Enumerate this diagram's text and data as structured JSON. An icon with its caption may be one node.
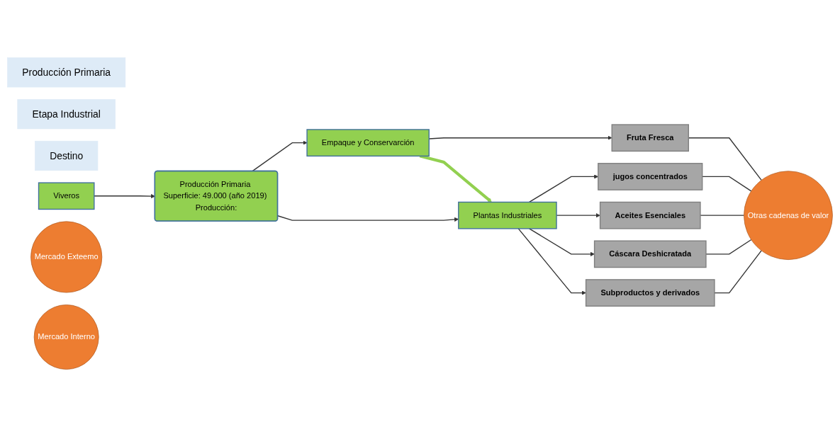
{
  "diagram": {
    "nodes": [
      {
        "text": [
          "Producción Primaria"
        ]
      },
      {
        "text": [
          "Etapa Industrial"
        ]
      },
      {
        "text": [
          "Destino"
        ]
      },
      {
        "text": [
          "Producción Primaria Superficie: 49.000 (año 2019) Producción:"
        ]
      },
      {
        "text": [
          "Viveros"
        ]
      },
      {
        "text": [
          "Empaque y Conservarción"
        ]
      },
      {
        "text": [
          "Plantas Industriales"
        ]
      },
      {
        "text": [
          "Fruta Fresca"
        ]
      },
      {
        "text": [
          "jugos concentrados"
        ]
      },
      {
        "text": [
          "Aceites Esenciales"
        ]
      },
      {
        "text": [
          "Cáscara Deshicratada"
        ]
      },
      {
        "text": [
          "Subproductos y derivados"
        ]
      },
      {
        "text": [
          "Mercado Exteemo"
        ]
      },
      {
        "text": [
          "Mercado Interno"
        ]
      },
      {
        "text": [
          "Otras cadenas de valor"
        ]
      }
    ],
    "edges": [
      {
        "from": 4,
        "to": 3,
        "arrow": "to"
      },
      {
        "from": 3,
        "to": 5,
        "arrow": "to"
      },
      {
        "from": 3,
        "to": 6,
        "arrow": "to"
      },
      {
        "from": 5,
        "to": 7,
        "arrow": "to"
      },
      {
        "from": 5,
        "to": 6,
        "arrow": "to",
        "style": "thick",
        "color": "#92d050"
      },
      {
        "from": 6,
        "to": 8,
        "arrow": "to"
      },
      {
        "from": 6,
        "to": 9,
        "arrow": "to"
      },
      {
        "from": 6,
        "to": 10,
        "arrow": "to"
      },
      {
        "from": 6,
        "to": 11,
        "arrow": "to"
      },
      {
        "from": 7,
        "to": 14,
        "arrow": "none"
      },
      {
        "from": 8,
        "to": 14,
        "arrow": "none"
      },
      {
        "from": 9,
        "to": 14,
        "arrow": "none"
      },
      {
        "from": 10,
        "to": 14,
        "arrow": "none"
      },
      {
        "from": 11,
        "to": 14,
        "arrow": "none"
      }
    ]
  }
}
